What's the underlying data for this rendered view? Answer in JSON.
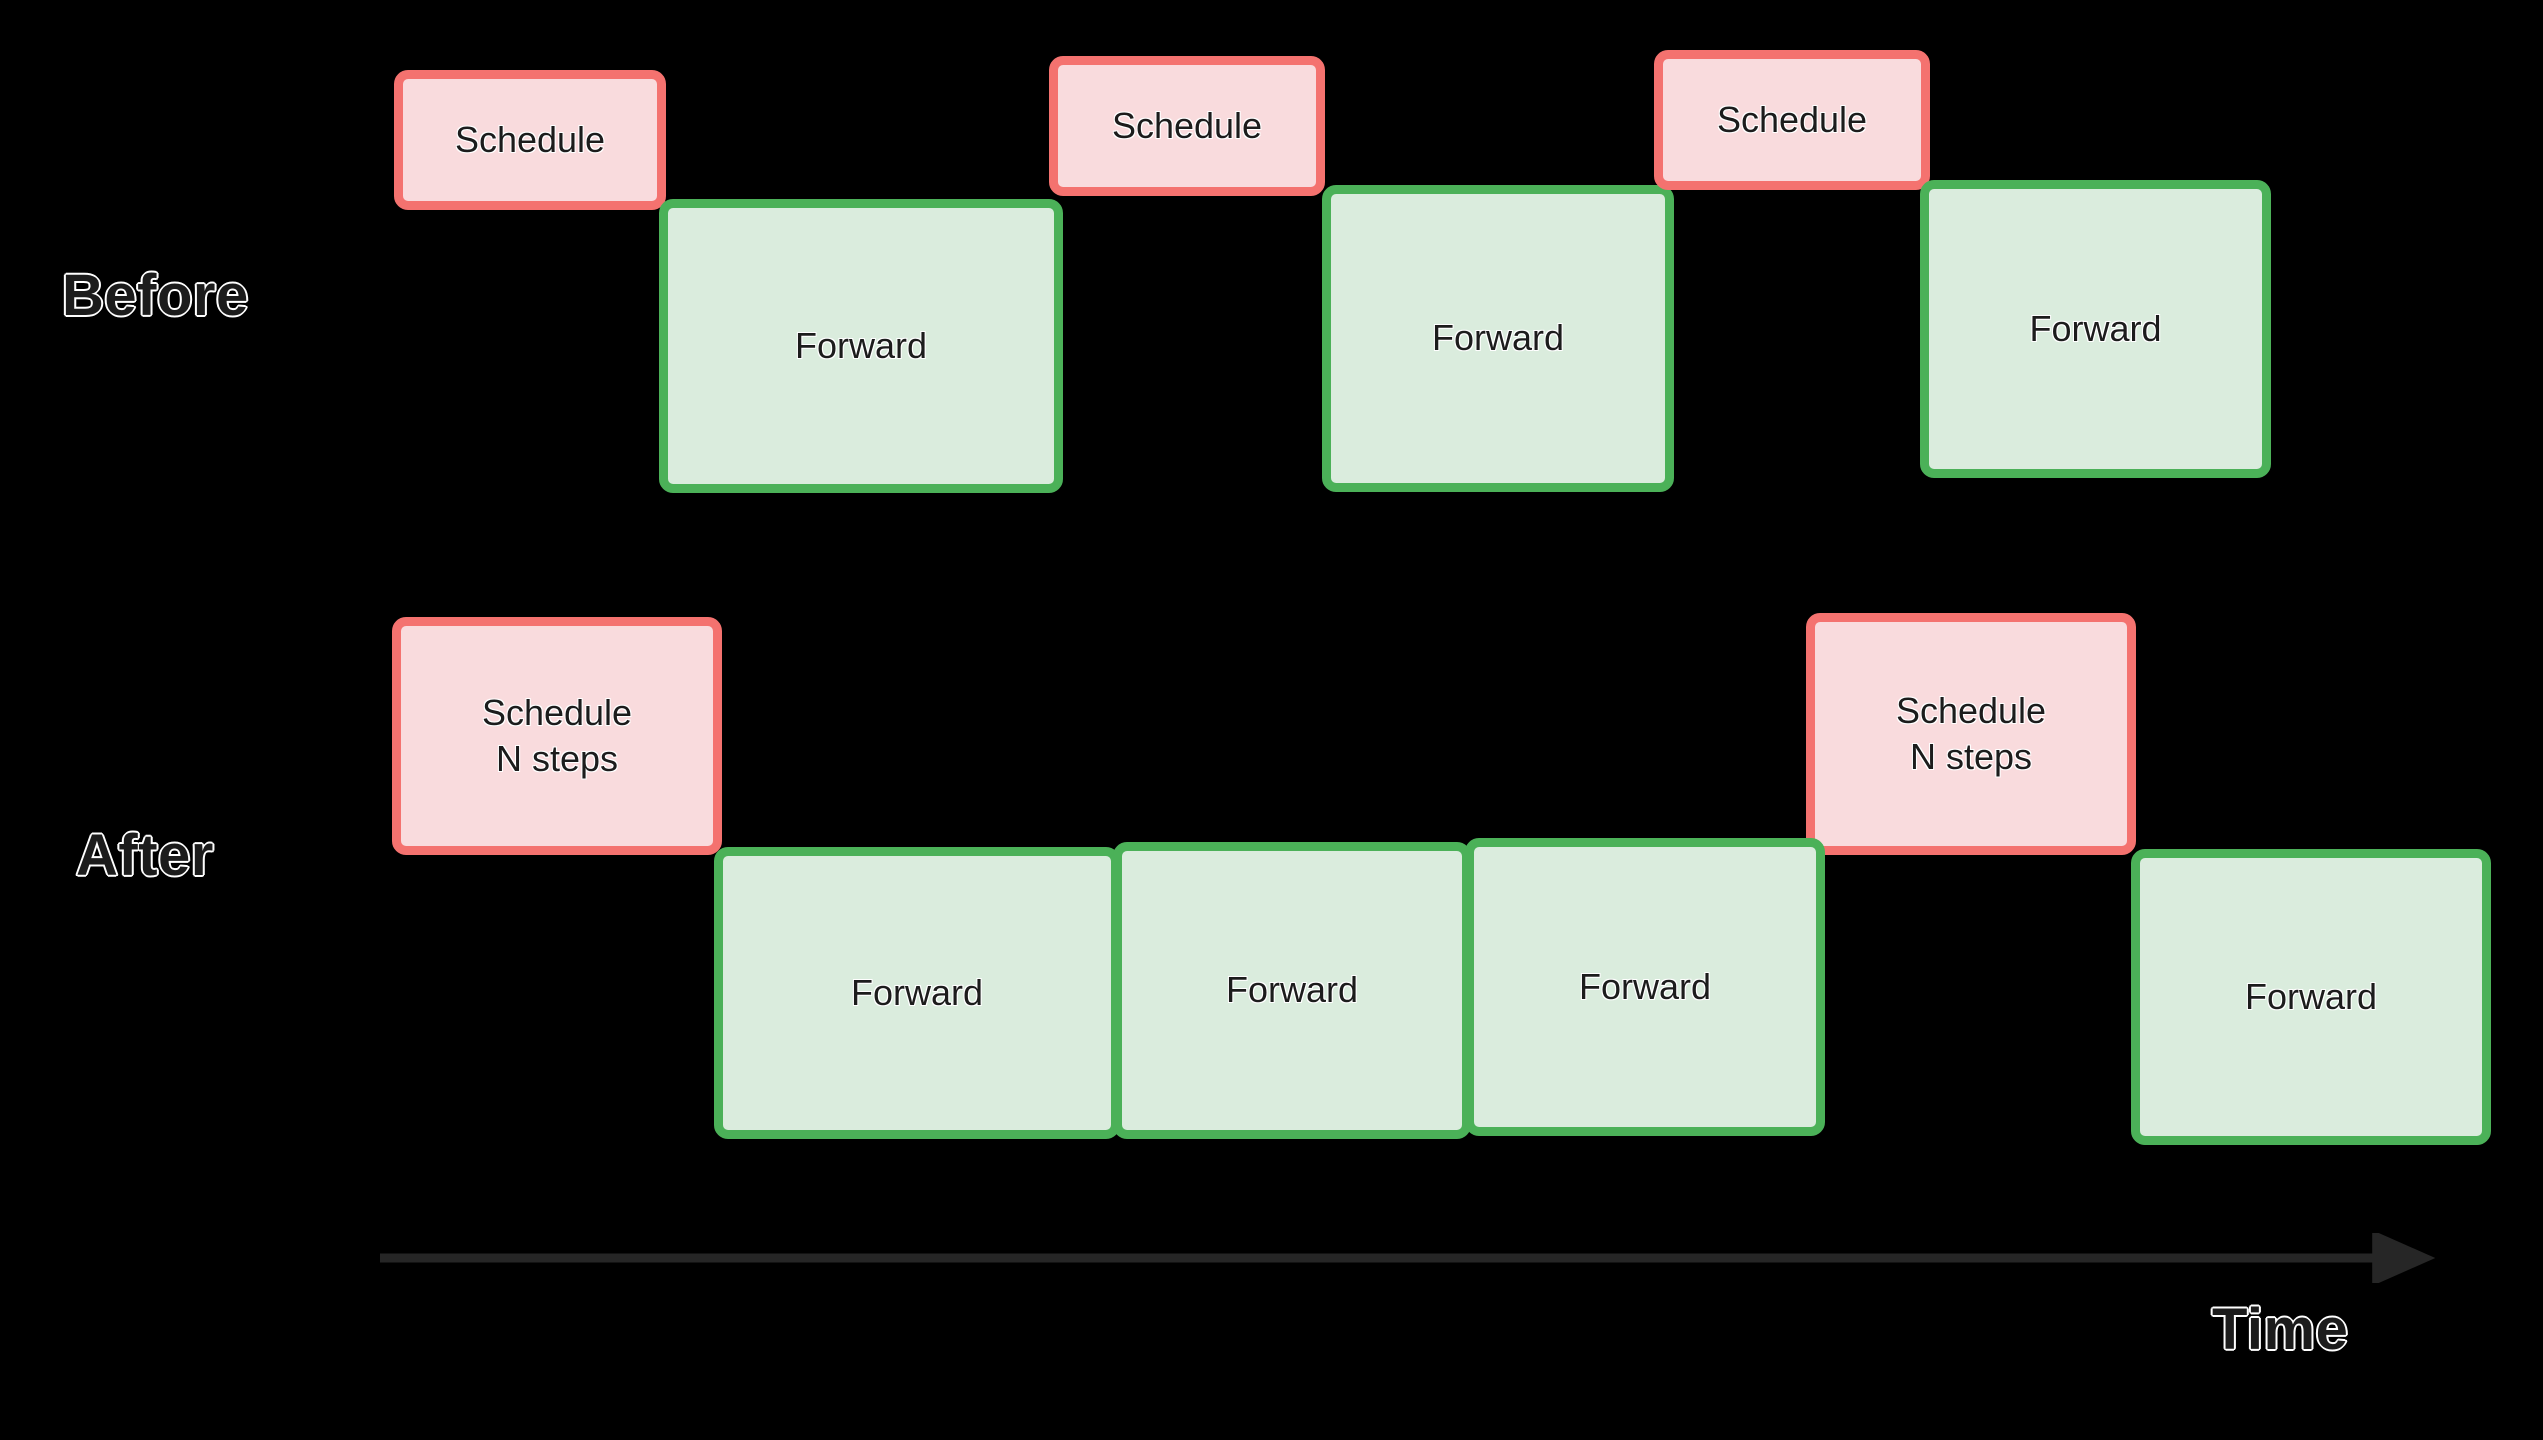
{
  "background_color": "#000000",
  "palette": {
    "schedule_fill": "#f9dbdd",
    "schedule_border": "#f4726f",
    "forward_fill": "#daecdd",
    "forward_border": "#4bb158",
    "text_color": "#1c1c1c",
    "text_outline": "#ffffff",
    "axis_color": "#262626"
  },
  "rows": {
    "before": {
      "label": "Before",
      "schedule_blocks": [
        {
          "label": "Schedule"
        },
        {
          "label": "Schedule"
        },
        {
          "label": "Schedule"
        }
      ],
      "forward_blocks": [
        {
          "label": "Forward"
        },
        {
          "label": "Forward"
        },
        {
          "label": "Forward"
        }
      ]
    },
    "after": {
      "label": "After",
      "schedule_blocks": [
        {
          "label": "Schedule\nN steps"
        },
        {
          "label": "Schedule\nN steps"
        }
      ],
      "forward_blocks": [
        {
          "label": "Forward"
        },
        {
          "label": "Forward"
        },
        {
          "label": "Forward"
        },
        {
          "label": "Forward"
        }
      ]
    }
  },
  "axis": {
    "label": "Time",
    "direction": "left-to-right"
  }
}
